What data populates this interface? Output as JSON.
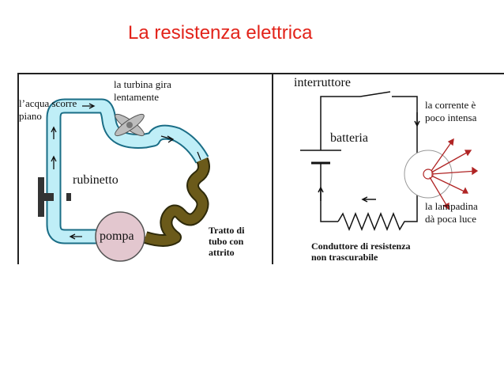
{
  "title": "La resistenza elettrica",
  "water": {
    "acqua_scorre": "l’acqua scorre",
    "piano": "piano",
    "turbina": "la turbina gira",
    "lentamente": "lentamente",
    "rubinetto": "rubinetto",
    "pompa": "pompa",
    "tratto1": "Tratto di",
    "tratto2": "tubo con",
    "tratto3": "attrito"
  },
  "circuit": {
    "interruttore": "interruttore",
    "batteria": "batteria",
    "corrente1": "la corrente è",
    "corrente2": "poco intensa",
    "lampadina1": "la lampadina",
    "lampadina2": "dà poca luce",
    "conduttore1": "Conduttore di resistenza",
    "conduttore2": "non trascurabile"
  },
  "colors": {
    "title": "#e2231a",
    "pipe_fill": "#bfeef7",
    "pipe_edge": "#1a6d86",
    "friction_pipe": "#6b5a1a",
    "pump_fill": "#e3c7cf",
    "light_rays": "#b02424"
  }
}
